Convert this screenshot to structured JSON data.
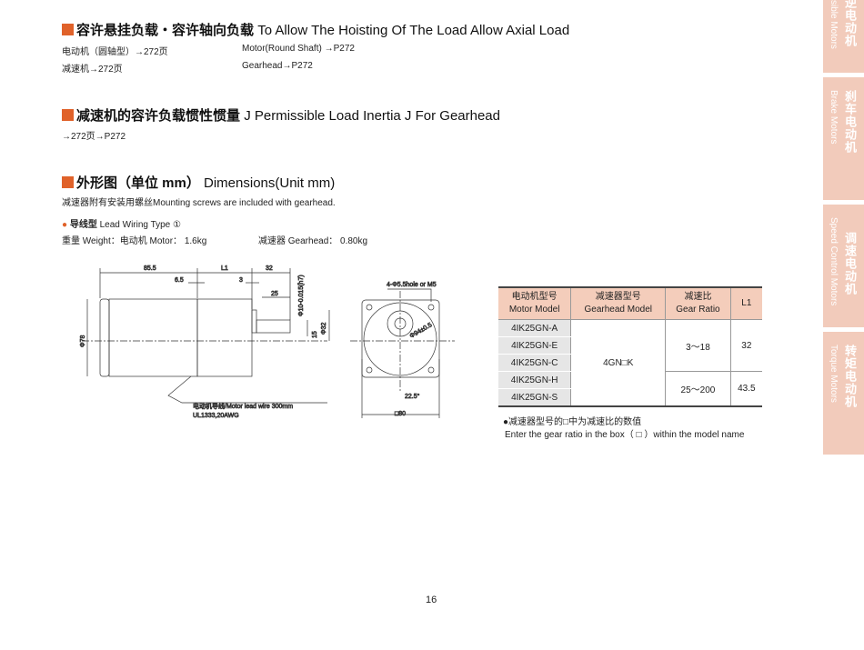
{
  "sec1": {
    "title_cn": "容许悬挂负载・容许轴向负载",
    "title_en": "To Allow The Hoisting Of The Load  Allow Axial Load",
    "l1": "电动机（圆轴型）→272页",
    "r1": "Motor(Round Shaft) →P272",
    "l2": "减速机→272页",
    "r2": "Gearhead→P272"
  },
  "sec2": {
    "title_cn": "减速机的容许负载惯性惯量",
    "title_en": "J  Permissible Load Inertia J For Gearhead",
    "ref": "→272页→P272"
  },
  "sec3": {
    "title_cn": "外形图（单位 mm）",
    "title_en": "Dimensions(Unit mm)",
    "note": "减速器附有安装用螺丝Mounting screws are included with gearhead.",
    "type_cn": "导线型",
    "type_en": "Lead Wiring Type ①",
    "weight_motor": "重量 Weight：电动机 Motor： 1.6kg",
    "weight_gear": "减速器 Gearhead： 0.80kg"
  },
  "drawing": {
    "d85": "85.5",
    "dL1": "L1",
    "d32": "32",
    "d65": "6.5",
    "d3": "3",
    "d25": "25",
    "shaft": "Φ10-0.015(h7)",
    "d15": "15",
    "phi32": "Φ32",
    "phi78": "Φ78",
    "lead1": "电动机导线/Motor lead wire 300mm",
    "lead2": "UL1333,20AWG",
    "holes": "4-Φ5.5hole or M5",
    "pcd": "Φ94±0.5",
    "angle": "22.5°",
    "sq80": "□80"
  },
  "table": {
    "headers": [
      {
        "cn": "电动机型号",
        "en": "Motor Model"
      },
      {
        "cn": "减速器型号",
        "en": "Gearhead Model"
      },
      {
        "cn": "减速比",
        "en": "Gear Ratio"
      },
      {
        "cn": "L1",
        "en": ""
      }
    ],
    "motors": [
      "4IK25GN-A",
      "4IK25GN-E",
      "4IK25GN-C",
      "4IK25GN-H",
      "4IK25GN-S"
    ],
    "gearhead": "4GN□K",
    "ratios": [
      {
        "ratio": "3～18",
        "l1": "32"
      },
      {
        "ratio": "25～200",
        "l1": "43.5"
      }
    ],
    "note_cn": "●减速器型号的□中为减速比的数值",
    "note_en": "Enter the gear ratio in the box（ □ ）within the model name"
  },
  "side_tabs": [
    {
      "cn": "逆电动机",
      "en": "sible Motors"
    },
    {
      "cn": "刹车电动机",
      "en": "Brake Motors"
    },
    {
      "cn": "调速电动机",
      "en": "Speed Control Motors"
    },
    {
      "cn": "转矩电动机",
      "en": "Torque Motors"
    }
  ],
  "page_number": "16"
}
